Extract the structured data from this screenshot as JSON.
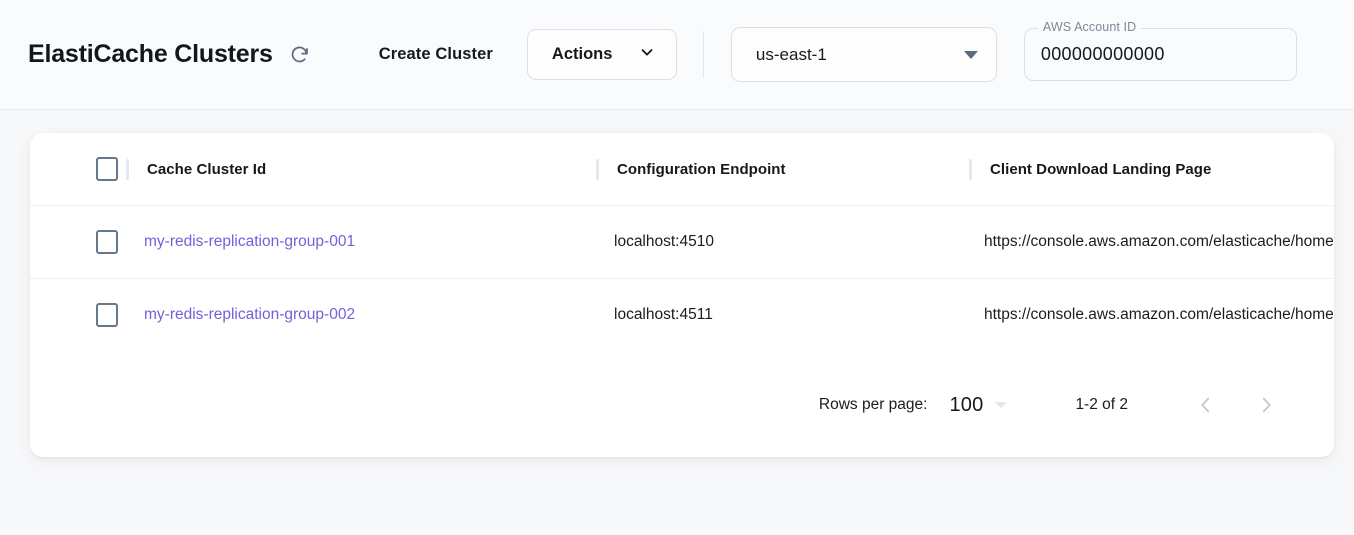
{
  "header": {
    "title": "ElastiCache Clusters",
    "refresh_icon": "refresh-icon",
    "create_cluster_label": "Create Cluster",
    "actions_label": "Actions",
    "actions_caret_icon": "chevron-down-icon",
    "region": {
      "value": "us-east-1",
      "caret_icon": "caret-down-icon"
    },
    "account": {
      "legend": "AWS Account ID",
      "value": "000000000000"
    }
  },
  "table": {
    "columns": [
      {
        "key": "select",
        "label": ""
      },
      {
        "key": "cluster_id",
        "label": "Cache Cluster Id"
      },
      {
        "key": "endpoint",
        "label": "Configuration Endpoint"
      },
      {
        "key": "landing",
        "label": "Client Download Landing Page"
      }
    ],
    "rows": [
      {
        "cluster_id": "my-redis-replication-group-001",
        "endpoint": "localhost:4510",
        "landing": "https://console.aws.amazon.com/elasticache/home"
      },
      {
        "cluster_id": "my-redis-replication-group-002",
        "endpoint": "localhost:4511",
        "landing": "https://console.aws.amazon.com/elasticache/home"
      }
    ]
  },
  "pagination": {
    "rows_per_page_label": "Rows per page:",
    "rows_per_page_value": "100",
    "rows_per_page_caret_icon": "caret-down-icon",
    "range_label": "1-2 of 2",
    "prev_icon": "chevron-left-icon",
    "next_icon": "chevron-right-icon"
  },
  "colors": {
    "page_bg": "#f7f8fa",
    "card_bg": "#ffffff",
    "link": "#6f63d8",
    "text": "#15181c",
    "muted": "#7d8998",
    "border": "#e8eaed",
    "checkbox_border": "#68788c"
  }
}
